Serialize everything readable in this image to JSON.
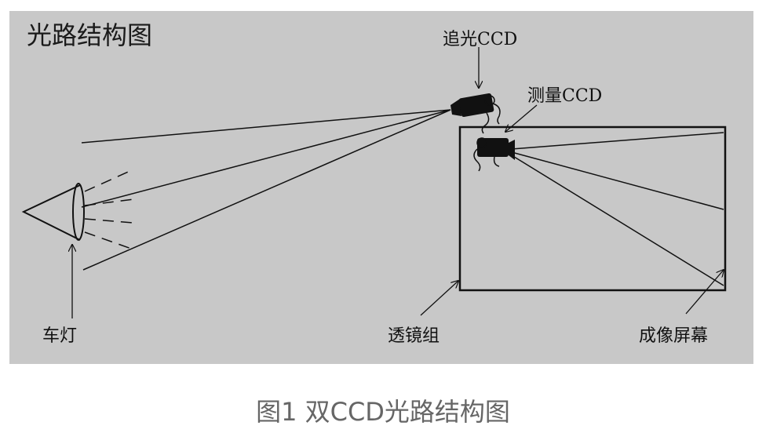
{
  "diagram": {
    "title": "光路结构图",
    "labels": {
      "tracking_ccd": "追光CCD",
      "measuring_ccd": "测量CCD",
      "headlamp": "车灯",
      "lens_group": "透镜组",
      "imaging_screen": "成像屏幕"
    },
    "colors": {
      "background": "#c8c8c8",
      "line": "#111111"
    }
  },
  "caption": "图1 双CCD光路结构图"
}
